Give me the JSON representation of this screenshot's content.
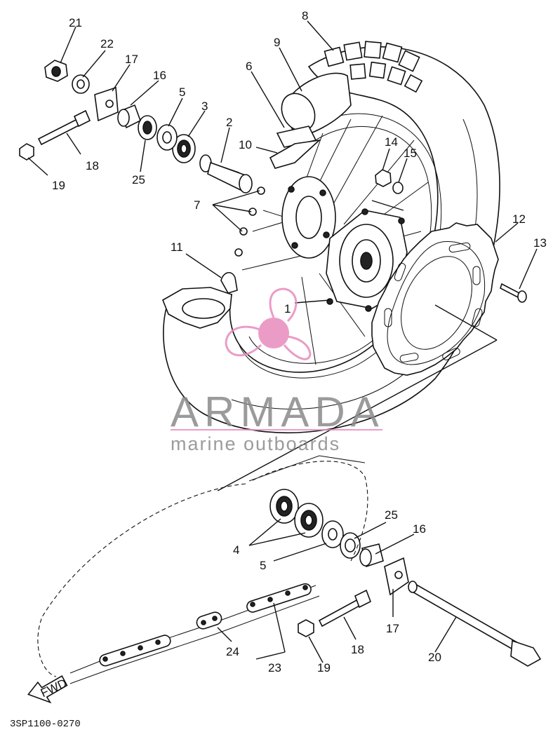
{
  "diagram": {
    "drawing_code": "3SP1100-0270",
    "fwd_label": "FWD",
    "callouts": {
      "c21_top": "21",
      "c22_top": "22",
      "c17_top": "17",
      "c16_top": "16",
      "c5_top": "5",
      "c3_top": "3",
      "c2_top": "2",
      "c8_top": "8",
      "c9_top": "9",
      "c6_top": "6",
      "c10_top": "10",
      "c18_top": "18",
      "c19_top": "19",
      "c25_top": "25",
      "c7_top": "7",
      "c14_top": "14",
      "c15_top": "15",
      "c12_top": "12",
      "c13_top": "13",
      "c11_top": "11",
      "c1_top": "1",
      "c25_bot": "25",
      "c16_bot": "16",
      "c4_bot": "4",
      "c5_bot": "5",
      "c17_bot": "17",
      "c18_bot": "18",
      "c20_bot": "20",
      "c24_bot": "24",
      "c23_bot": "23",
      "c19_bot": "19"
    }
  },
  "watermark": {
    "brand": "ARMADA",
    "tagline": "marine outboards",
    "brand_color": "#e88bbd",
    "text_color": "#8a8a8a"
  }
}
